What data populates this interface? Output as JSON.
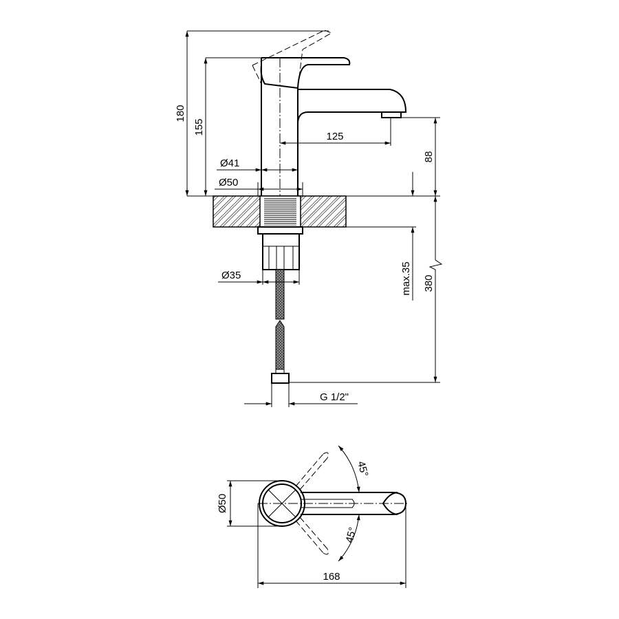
{
  "front_view": {
    "dims": {
      "total_height": "180",
      "body_height": "155",
      "spout_reach": "125",
      "spout_height": "88",
      "body_diameter": "Ø41",
      "base_diameter": "Ø50",
      "shank_diameter": "Ø35",
      "max_counter_thickness": "max.35",
      "hose_length": "380",
      "connection_thread": "G 1/2\""
    }
  },
  "top_view": {
    "dims": {
      "base_diameter": "Ø50",
      "total_length": "168",
      "lever_angle_up": "45°",
      "lever_angle_down": "45°"
    }
  }
}
